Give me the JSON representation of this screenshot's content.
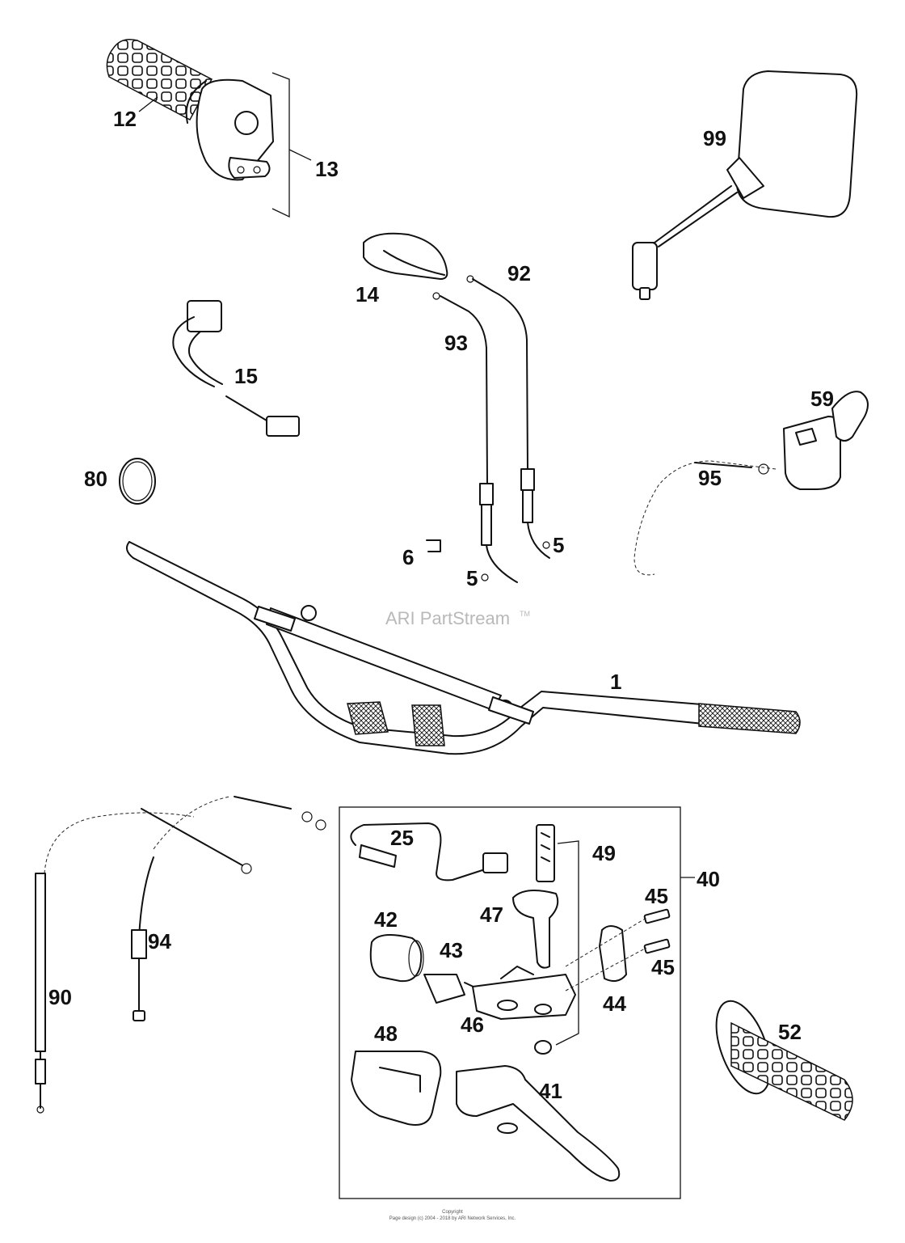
{
  "labels": {
    "p1": "1",
    "p5a": "5",
    "p5b": "5",
    "p6": "6",
    "p12": "12",
    "p13": "13",
    "p14": "14",
    "p15": "15",
    "p25": "25",
    "p40": "40",
    "p41": "41",
    "p42": "42",
    "p43": "43",
    "p44": "44",
    "p45a": "45",
    "p45b": "45",
    "p46": "46",
    "p47": "47",
    "p48": "48",
    "p49": "49",
    "p52": "52",
    "p59": "59",
    "p80": "80",
    "p90": "90",
    "p92": "92",
    "p93": "93",
    "p94": "94",
    "p95": "95",
    "p99": "99"
  },
  "watermark": {
    "text": "ARI PartStream",
    "trademark": "TM"
  },
  "footer": {
    "line1": "Copyright",
    "line2": "Page design (c) 2004 - 2018 by ARI Network Services, Inc."
  }
}
